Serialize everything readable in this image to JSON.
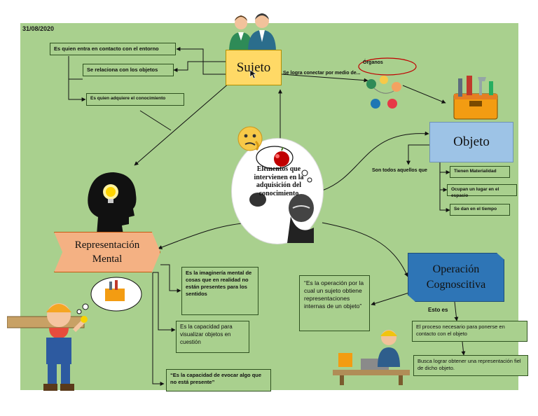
{
  "date": "31/08/2020",
  "center": {
    "title": "Elementos que intervienen en la adquisición del conocimiento"
  },
  "sujeto": {
    "title": "Sujeto",
    "notes": [
      "Es quien entra en contacto con el entorno",
      "Se relaciona con los objetos",
      "Es quien adquiere el conocimiento"
    ],
    "link_label": "Se logra conectar por medio de...",
    "organos_label": "Órganos"
  },
  "objeto": {
    "title": "Objeto",
    "intro": "Son todos aquellos que",
    "notes": [
      "Tienen Materialidad",
      "Ocupan un lugar en el espacio",
      "Se dan en el tiempo"
    ]
  },
  "operacion": {
    "title": "Operación Cognoscitiva",
    "quote": "“Es la operación por la cual un sujeto obtiene representaciones internas de un objeto”",
    "esto_es": "Esto es",
    "notes": [
      "El proceso necesario para ponerse en contacto con el objeto",
      "Busca lograr obtener una representación fiel de dicho objeto."
    ]
  },
  "representacion": {
    "title": "Representación Mental",
    "notes": [
      "Es la imaginería mental de cosas que en realidad no están presentes para los sentidos",
      "Es la capacidad para visualizar objetos en cuestión",
      "“Es la capacidad de evocar algo que no está presente”"
    ]
  },
  "colors": {
    "background": "#a9d08e",
    "sujeto": "#ffd966",
    "objeto": "#9dc3e6",
    "operacion": "#2e75b6",
    "representacion": "#f4b183"
  },
  "icons": [
    "people-icon",
    "cursor-icon",
    "senses-cycle-icon",
    "toolbox-icon",
    "confused-emoji-icon",
    "head-silhouette-icon",
    "lightbulb-icon",
    "thinking-man-icon",
    "apple-icon",
    "thought-bubble-icon",
    "worker-cartoon-icon",
    "engineer-icon"
  ]
}
